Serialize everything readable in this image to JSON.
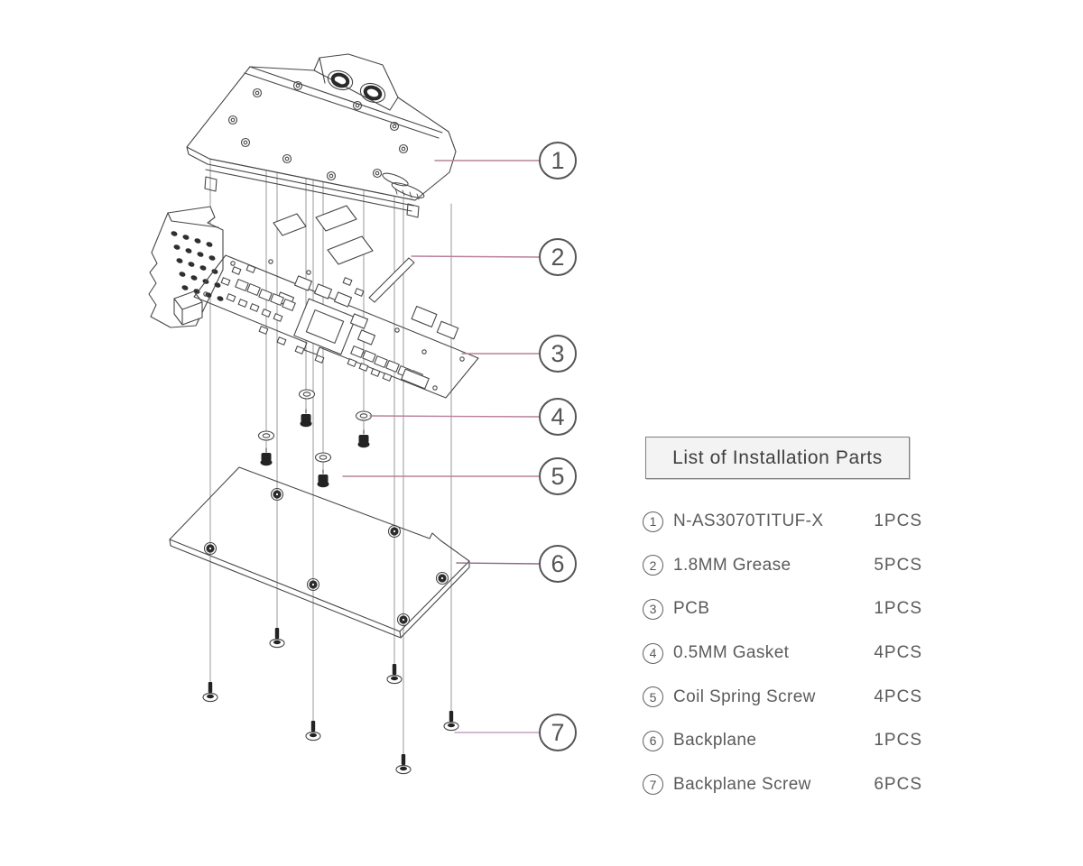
{
  "page": {
    "background": "#ffffff"
  },
  "diagram": {
    "callouts": [
      "1",
      "2",
      "3",
      "4",
      "5",
      "6",
      "7"
    ],
    "colors": {
      "line_gray": "#474747",
      "projection_gray": "#8d8d8d",
      "leader_pink": "#b8809a",
      "leader_purple": "#c59fc1",
      "dark_fill": "#232323"
    },
    "parts_drawn": [
      "water-block",
      "thermal-pads",
      "pcb-with-io-bracket",
      "gaskets",
      "coil-spring-screws",
      "backplane",
      "backplane-screws"
    ]
  },
  "legend": {
    "title": "List of Installation Parts",
    "items": [
      {
        "num": "1",
        "name": "N-AS3070TITUF-X",
        "qty": "1PCS"
      },
      {
        "num": "2",
        "name": "1.8MM Grease",
        "qty": "5PCS"
      },
      {
        "num": "3",
        "name": "PCB",
        "qty": "1PCS"
      },
      {
        "num": "4",
        "name": "0.5MM Gasket",
        "qty": "4PCS"
      },
      {
        "num": "5",
        "name": "Coil Spring Screw",
        "qty": "4PCS"
      },
      {
        "num": "6",
        "name": "Backplane",
        "qty": "1PCS"
      },
      {
        "num": "7",
        "name": "Backplane Screw",
        "qty": "6PCS"
      }
    ]
  }
}
